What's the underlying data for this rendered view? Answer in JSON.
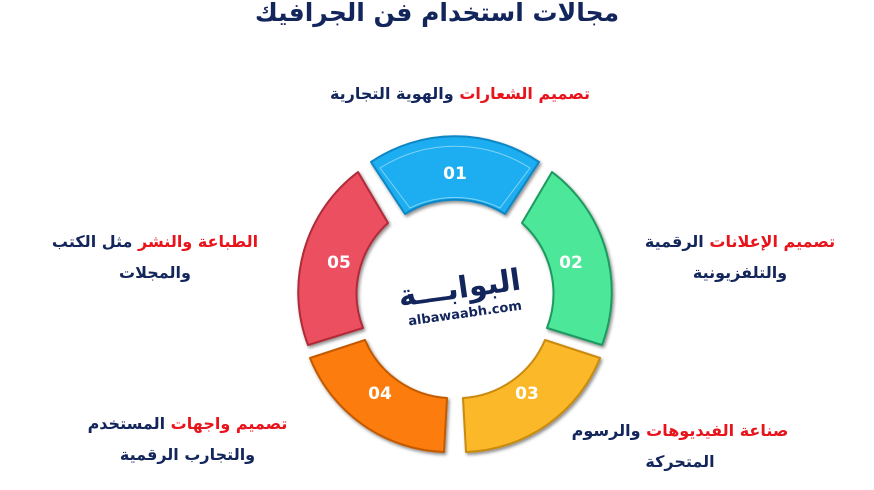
{
  "title": "مجالات استخدام فن الجرافيك",
  "center_logo": {
    "arabic": "البوابـــة",
    "url_text": "albawaabh.com"
  },
  "segments": [
    {
      "number": "01",
      "color": "#1eaef0",
      "label_highlight": "تصميم الشعارات",
      "label_rest": "والهوية التجارية",
      "label_line2": ""
    },
    {
      "number": "02",
      "color": "#4ee79a",
      "label_highlight": "تصميم الإعلانات",
      "label_rest": "الرقمية",
      "label_line2": "والتلفزيونية"
    },
    {
      "number": "03",
      "color": "#fbb92a",
      "label_highlight": "صناعة الفيديوهات",
      "label_rest": "والرسوم",
      "label_line2": "المتحركة"
    },
    {
      "number": "04",
      "color": "#fc7c10",
      "label_highlight": "تصميم واجهات",
      "label_rest": "المستخدم",
      "label_line2": "والتجارب الرقمية"
    },
    {
      "number": "05",
      "color": "#ec5060",
      "label_highlight": "الطباعة والنشر",
      "label_rest": "مثل الكتب",
      "label_line2": "والمجلات"
    }
  ],
  "colors": {
    "title": "#13265c",
    "highlight": "#e8141c",
    "text": "#13265c"
  }
}
